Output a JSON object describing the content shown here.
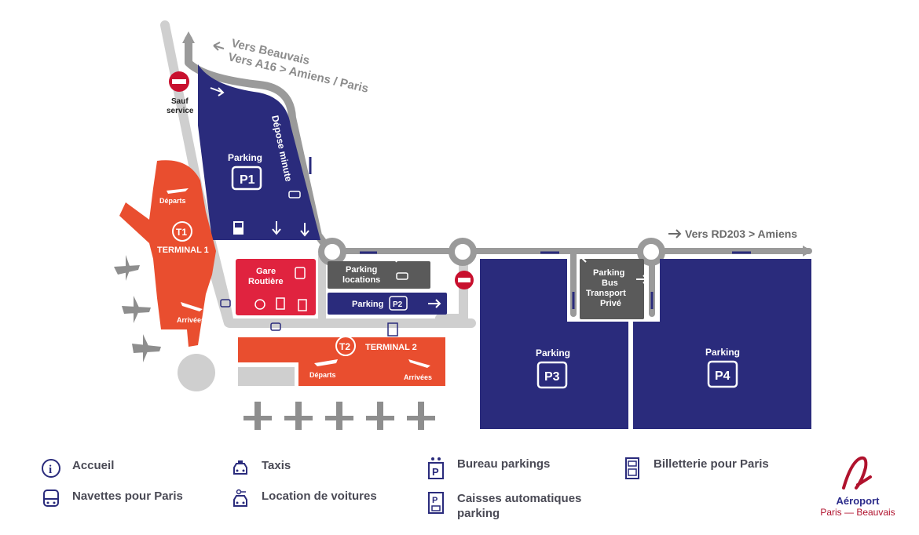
{
  "colors": {
    "navy": "#2a2b7c",
    "orange": "#e94e2f",
    "magenta": "#e0233f",
    "road": "#cfcfcf",
    "dark_grey": "#5a5a5a",
    "red_sign": "#c8102e",
    "plane": "#8e8e8e"
  },
  "roads": {
    "beauvais_line1": "Vers Beauvais",
    "beauvais_line2": "Vers A16 > Amiens / Paris",
    "rd203": "Vers RD203 > Amiens",
    "sauf_line1": "Sauf",
    "sauf_line2": "service"
  },
  "zones": {
    "p1": {
      "label": "Parking",
      "code": "P1"
    },
    "depose": {
      "label": "Dépose minute"
    },
    "terminal1": {
      "name": "TERMINAL 1",
      "badge": "T1",
      "departs": "Départs",
      "arrivees": "Arrivées"
    },
    "gare": {
      "line1": "Gare",
      "line2": "Routière"
    },
    "locations": {
      "line1": "Parking",
      "line2": "locations"
    },
    "p2": {
      "label": "Parking",
      "code": "P2"
    },
    "terminal2": {
      "name": "TERMINAL 2",
      "badge": "T2",
      "departs": "Départs",
      "arrivees": "Arrivées"
    },
    "bus": {
      "line1": "Parking",
      "line2": "Bus",
      "line3": "Transport",
      "line4": "Privé"
    },
    "p3": {
      "label": "Parking",
      "code": "P3"
    },
    "p4": {
      "label": "Parking",
      "code": "P4"
    }
  },
  "legend": {
    "accueil": "Accueil",
    "navettes": "Navettes pour Paris",
    "taxis": "Taxis",
    "location": "Location de voitures",
    "bureau": "Bureau parkings",
    "caisses": "Caisses automatiques parking",
    "billetterie": "Billetterie pour Paris"
  },
  "logo": {
    "line1": "Aéroport",
    "line2": "Paris — Beauvais"
  }
}
